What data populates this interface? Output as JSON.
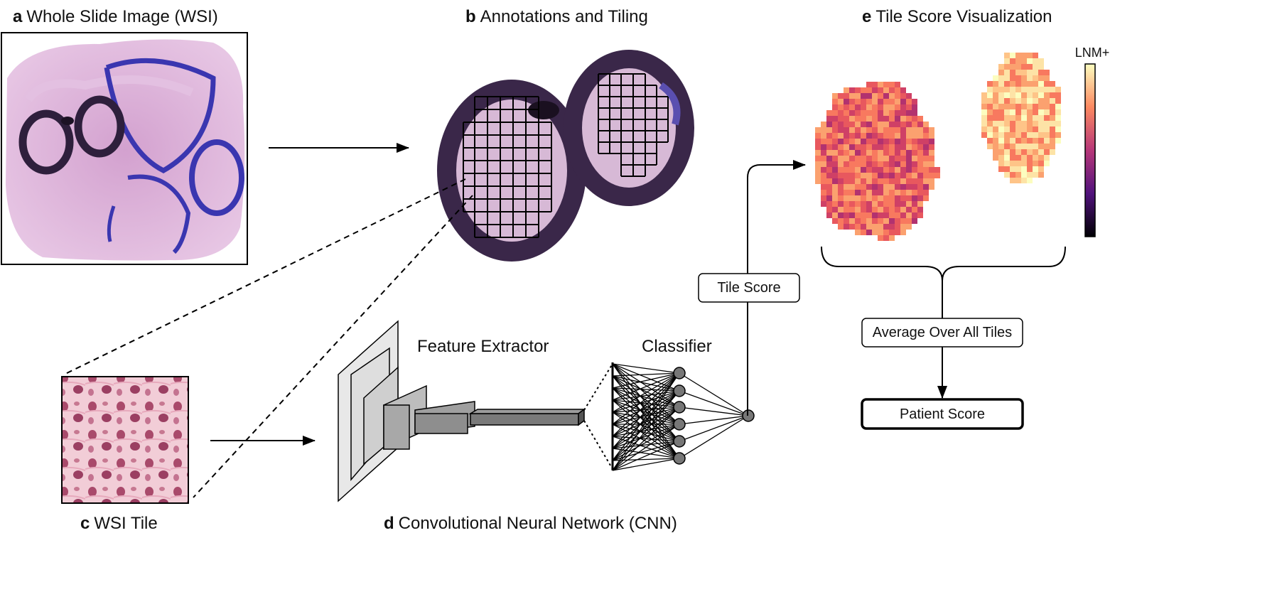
{
  "panels": {
    "a": {
      "letter": "a",
      "title": "Whole Slide Image (WSI)"
    },
    "b": {
      "letter": "b",
      "title": "Annotations and Tiling"
    },
    "c": {
      "letter": "c",
      "title": "WSI Tile"
    },
    "d": {
      "letter": "d",
      "title": "Convolutional Neural Network (CNN)"
    },
    "e": {
      "letter": "e",
      "title": "Tile Score Visualization"
    }
  },
  "cnn": {
    "feature_extractor_label": "Feature Extractor",
    "classifier_label": "Classifier"
  },
  "boxes": {
    "tile_score": "Tile Score",
    "average": "Average Over All Tiles",
    "patient_score": "Patient Score"
  },
  "colorbar": {
    "label": "LNM+"
  },
  "colors": {
    "tissue_pink": "#d9a9d6",
    "ink_blue": "#3a36b0",
    "annotation_purple": "#2e1f3c",
    "heat_high": "#fce3a6",
    "heat_mid": "#e8685e",
    "heat_low": "#000004"
  }
}
